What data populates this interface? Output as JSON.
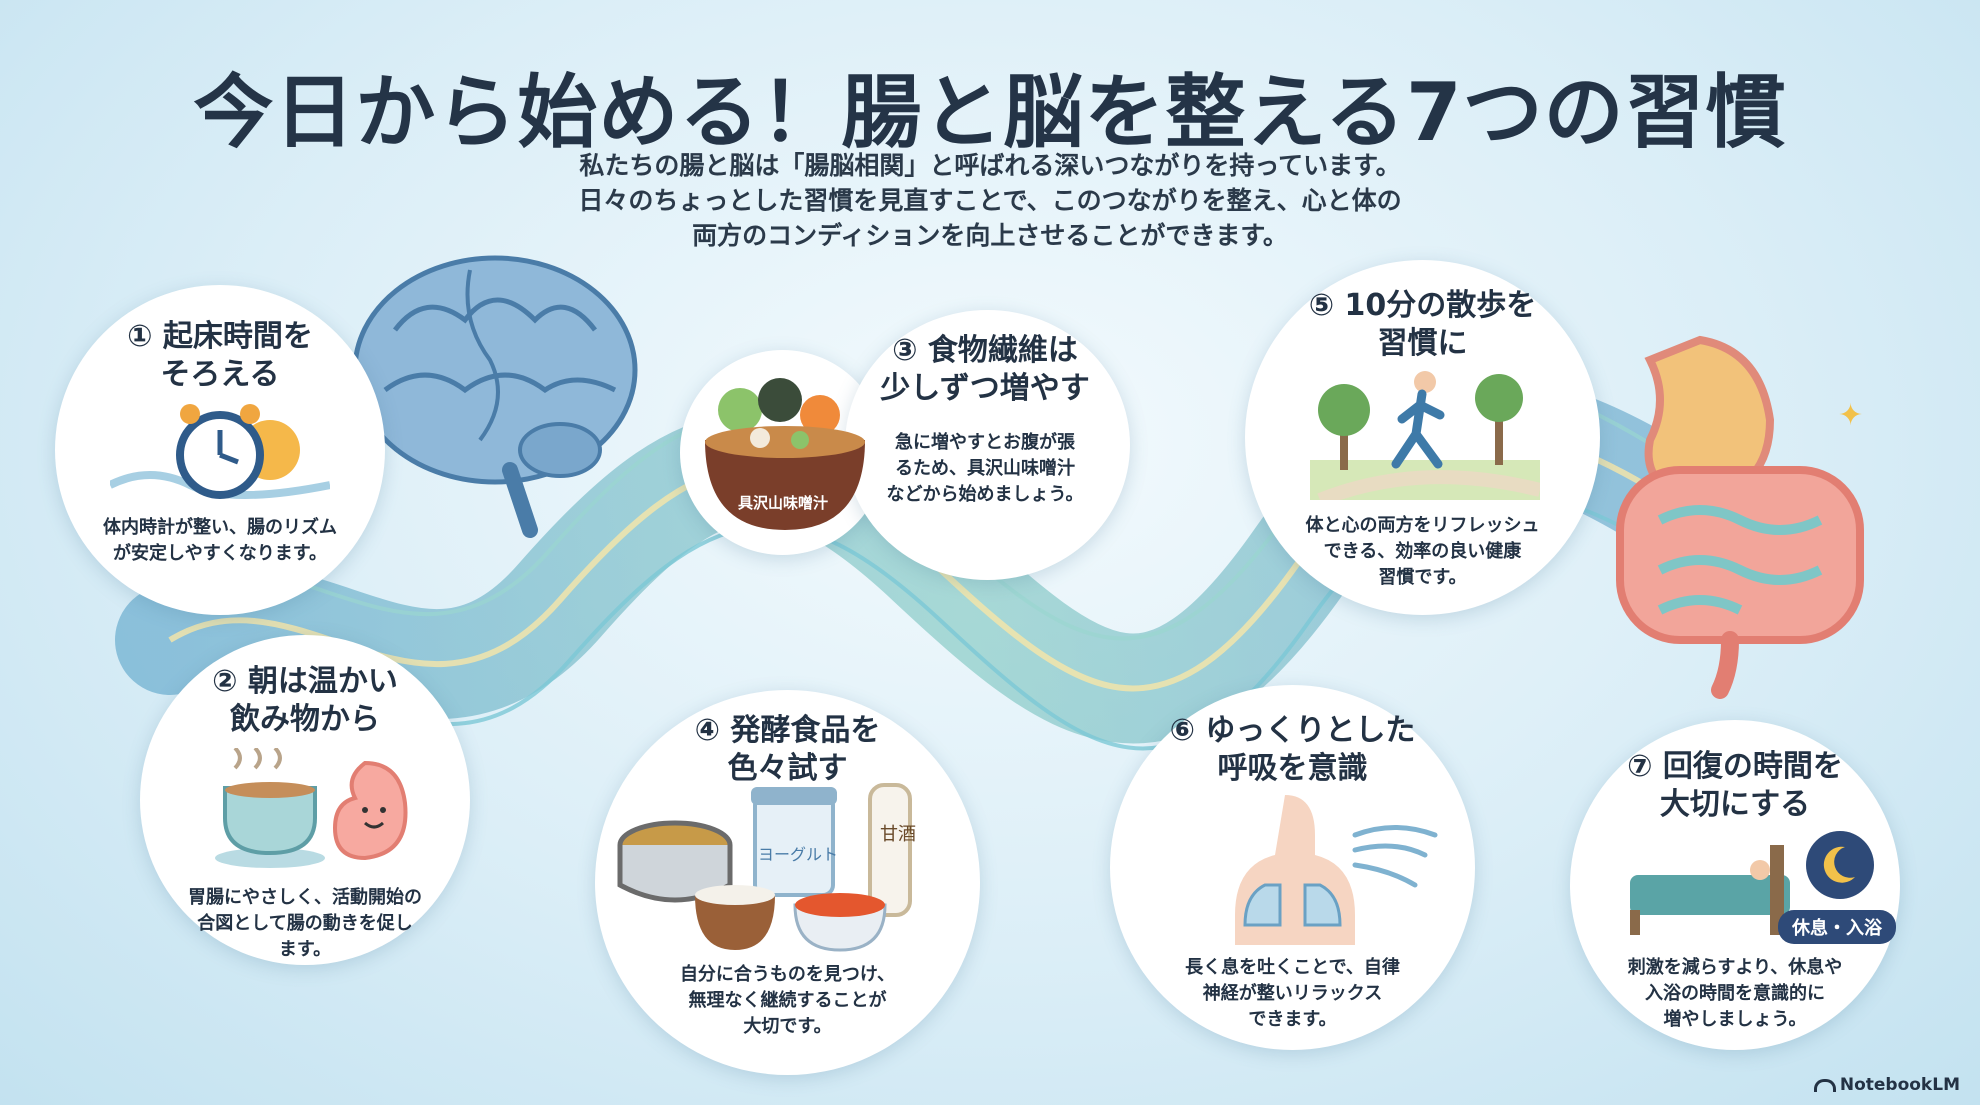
{
  "title": "今日から始める！腸と脳を整える7つの習慣",
  "intro": [
    "私たちの腸と脳は「腸脳相関」と呼ばれる深いつながりを持っています。",
    "日々のちょっとした習慣を見直すことで、このつながりを整え、心と体の",
    "両方のコンディションを向上させることができます。"
  ],
  "habits": [
    {
      "title": [
        "① 起床時間を",
        "そろえる"
      ],
      "desc": [
        "体内時計が整い、腸のリズム",
        "が安定しやすくなります。"
      ],
      "icon": "alarm-clock-sun-icon"
    },
    {
      "title": [
        "② 朝は温かい",
        "飲み物から"
      ],
      "desc": [
        "胃腸にやさしく、活動開始の",
        "合図として腸の動きを促し",
        "ます。"
      ],
      "icon": "warm-cup-stomach-icon"
    },
    {
      "title": [
        "③ 食物繊維は",
        "少しずつ増やす"
      ],
      "desc": [
        "急に増やすとお腹が張",
        "るため、具沢山味噌汁",
        "などから始めましょう。"
      ],
      "icon": "miso-soup-icon",
      "label": "具沢山味噌汁"
    },
    {
      "title": [
        "④ 発酵食品を",
        "色々試す"
      ],
      "desc": [
        "自分に合うものを見つけ、",
        "無理なく継続することが",
        "大切です。"
      ],
      "icon": "fermented-foods-icon",
      "labels": {
        "yogurt": "ヨーグルト",
        "amazake": "甘酒"
      }
    },
    {
      "title": [
        "⑤ 10分の散歩を",
        "習慣に"
      ],
      "desc": [
        "体と心の両方をリフレッシュ",
        "できる、効率の良い健康",
        "習慣です。"
      ],
      "icon": "walking-person-icon"
    },
    {
      "title": [
        "⑥ ゆっくりとした",
        "呼吸を意識"
      ],
      "desc": [
        "長く息を吐くことで、自律",
        "神経が整いリラックス",
        "できます。"
      ],
      "icon": "lungs-breath-icon"
    },
    {
      "title": [
        "⑦ 回復の時間を",
        "大切にする"
      ],
      "desc": [
        "刺激を減らすより、休息や",
        "入浴の時間を意識的に",
        "増やしましょう。"
      ],
      "icon": "bed-moon-icon",
      "badge": "休息・入浴"
    }
  ],
  "footer": "NotebookLM",
  "colors": {
    "title": "#243447",
    "badge": "#2e4a78",
    "wave": "#5fa8c8"
  }
}
